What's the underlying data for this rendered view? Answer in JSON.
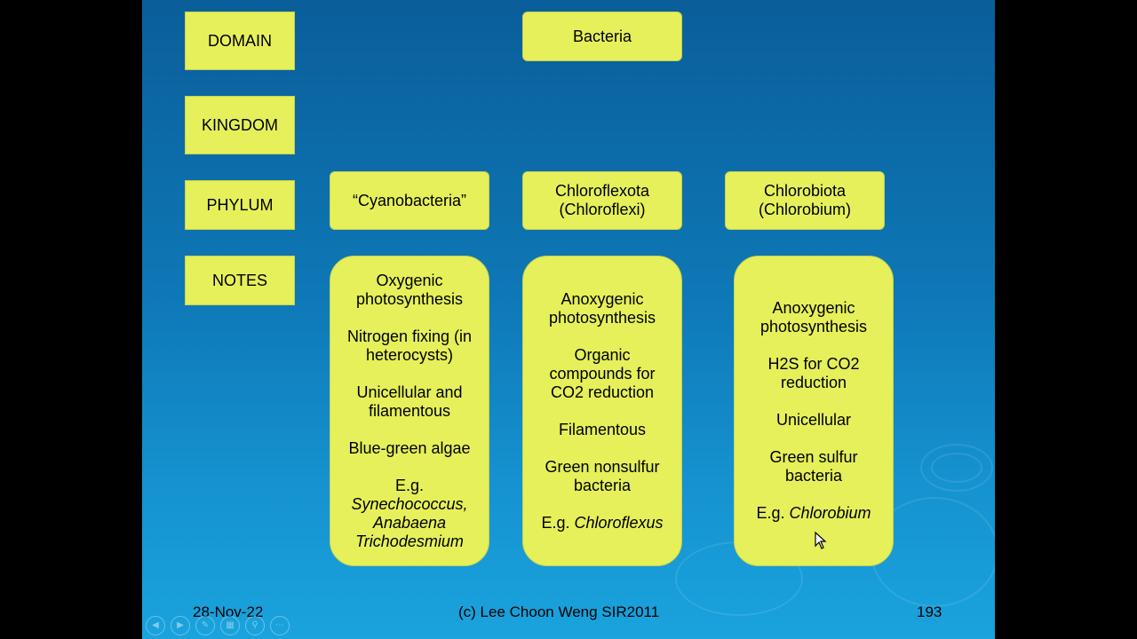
{
  "labels": {
    "domain": "DOMAIN",
    "kingdom": "KINGDOM",
    "phylum": "PHYLUM",
    "notes": "NOTES"
  },
  "domain_value": "Bacteria",
  "phyla": [
    {
      "line1": "“Cyanobacteria”",
      "line2": ""
    },
    {
      "line1": "Chloroflexota",
      "line2": "(Chloroflexi)"
    },
    {
      "line1": "Chlorobiota",
      "line2": "(Chlorobium)"
    }
  ],
  "notes": [
    {
      "oxygenic": "Oxygenic photosynthesis",
      "nitrogen": "Nitrogen fixing (in heterocysts)",
      "form": "Unicellular and filamentous",
      "common": "Blue-green algae",
      "eg_prefix": "E.g.",
      "eg_1": "Synechococcus,",
      "eg_2": "Anabaena",
      "eg_3": "Trichodesmium"
    },
    {
      "photo": "Anoxygenic photosynthesis",
      "reduction": "Organic compounds for CO2 reduction",
      "form": "Filamentous",
      "common": "Green nonsulfur bacteria",
      "eg_prefix": "E.g. ",
      "eg_1": "Chloroflexus"
    },
    {
      "photo": "Anoxygenic photosynthesis",
      "reduction": "H2S for CO2 reduction",
      "form": "Unicellular",
      "common": "Green sulfur bacteria",
      "eg_prefix": "E.g. ",
      "eg_1": "Chlorobium"
    }
  ],
  "footer": {
    "date": "28-Nov-22",
    "copyright": "(c) Lee Choon Weng SIR2011",
    "page": "193"
  },
  "nav_icons": [
    "prev-icon",
    "next-icon",
    "pen-icon",
    "slides-icon",
    "zoom-icon",
    "more-icon"
  ],
  "colors": {
    "box": "#e5f05a",
    "background": "#0e77b5"
  }
}
